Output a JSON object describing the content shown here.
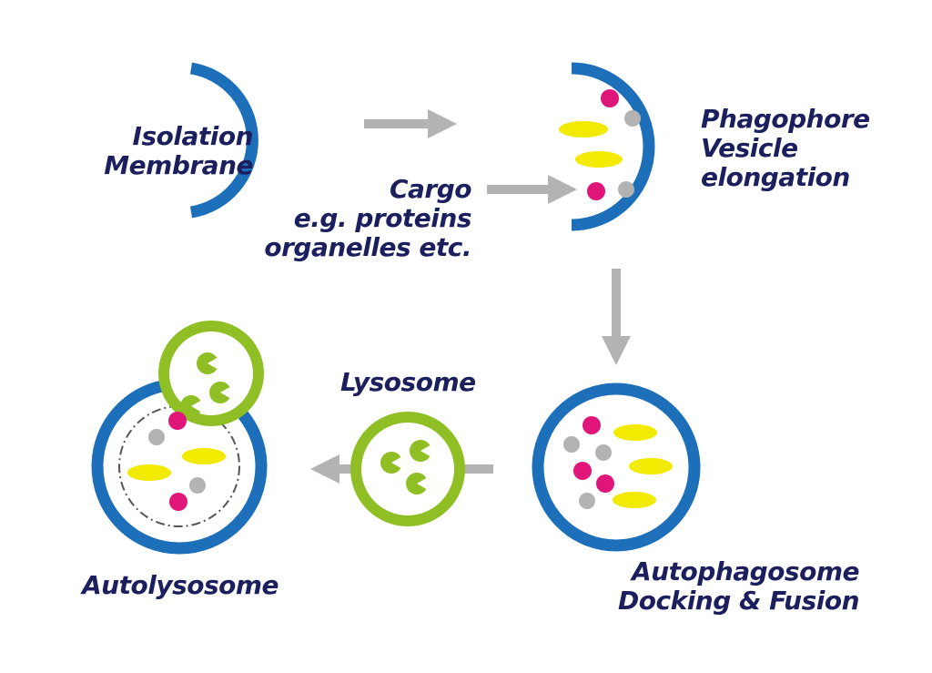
{
  "labels": {
    "isolation": [
      "Isolation",
      "Membrane"
    ],
    "cargo": [
      "Cargo",
      "e.g. proteins",
      "organelles etc."
    ],
    "phagophore": [
      "Phagophore",
      "Vesicle",
      "elongation"
    ],
    "lysosome": "Lysosome",
    "autolysosome": "Autolysosome",
    "autophagosome": [
      "Autophagosome",
      "Docking & Fusion"
    ]
  },
  "colors": {
    "membrane": "#1c6fb8",
    "lysosome": "#8fbf24",
    "arrow": "#b3b3b3",
    "cargo_magenta": "#e0157a",
    "cargo_gray": "#b3b3b3",
    "cargo_yellow": "#f2ea00",
    "text": "#1b1f5e"
  }
}
